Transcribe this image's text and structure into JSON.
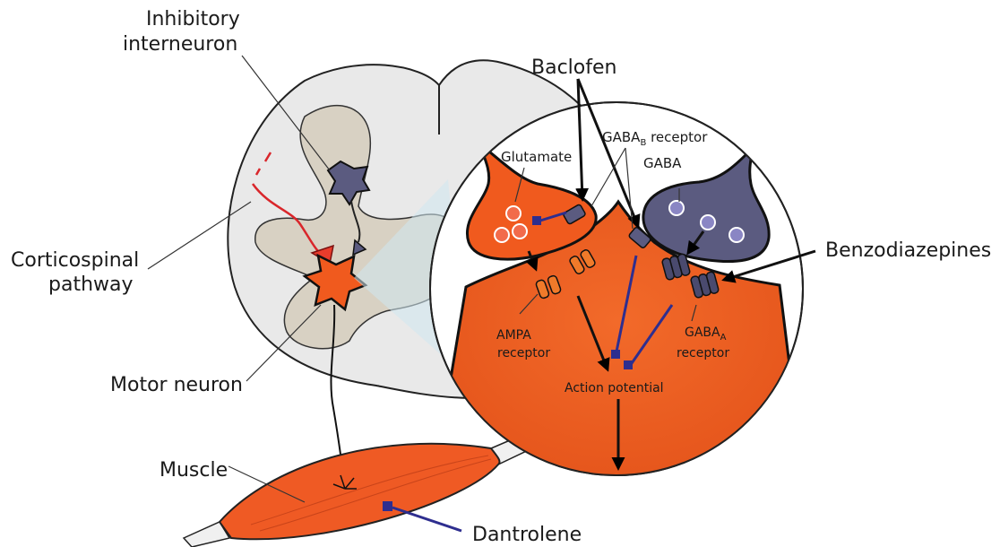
{
  "labels": {
    "inhibitory_interneuron_line1": "Inhibitory",
    "inhibitory_interneuron_line2": "interneuron",
    "corticospinal_line1": "Corticospinal",
    "corticospinal_line2": "pathway",
    "motor_neuron": "Motor neuron",
    "muscle": "Muscle",
    "dantrolene": "Dantrolene",
    "baclofen": "Baclofen",
    "benzodiazepines": "Benzodiazepines",
    "glutamate": "Glutamate",
    "gabab_receptor_prefix": "GABA",
    "gabab_receptor_sub": "B",
    "gabab_receptor_suffix": " receptor",
    "gaba": "GABA",
    "ampa_line1": "AMPA",
    "ampa_line2": "receptor",
    "gabaa_prefix": "GABA",
    "gabaa_sub": "A",
    "gabaa_line2": "receptor",
    "action_potential": "Action potential"
  },
  "colors": {
    "neuron_orange": "#f05a1e",
    "gaba_purple": "#5b5b80",
    "drug_blue": "#2e2e8f",
    "grey_matter": "#d9d2c4",
    "white_matter": "#e8e8e8",
    "pathway_red": "#d9262b"
  }
}
